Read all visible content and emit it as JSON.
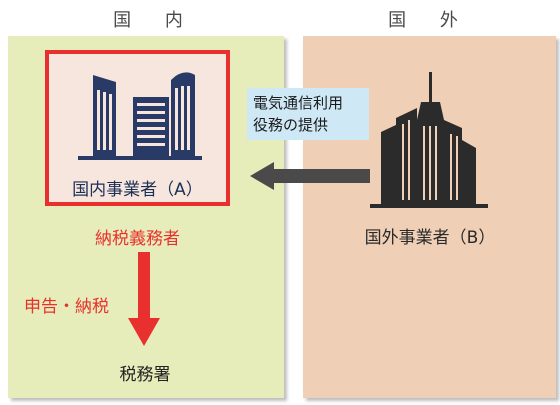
{
  "headers": {
    "domestic": "国 内",
    "foreign": "国 外"
  },
  "domestic": {
    "business_label": "国内事業者（A）",
    "taxpayer_label": "納税義務者",
    "filing_label": "申告・納税",
    "tax_office_label": "税務署"
  },
  "foreign": {
    "business_label": "国外事業者（B）"
  },
  "service": {
    "line1": "電気通信利用",
    "line2": "役務の提供"
  },
  "colors": {
    "domestic_panel": "#e7edba",
    "foreign_panel": "#f0cfb7",
    "highlight_red": "#e8312f",
    "navy": "#2a3a66",
    "service_box": "#cfe8f6",
    "service_arrow": "#4a4a4a"
  },
  "icons": {
    "domestic_business": "office-buildings-icon",
    "foreign_business": "skyscraper-icon"
  }
}
